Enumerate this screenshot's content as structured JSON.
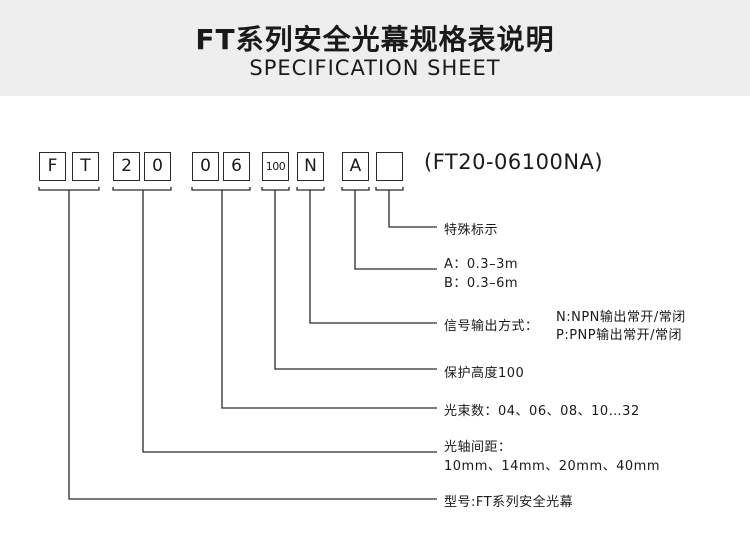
{
  "header": {
    "title_cn": "FT系列安全光幕规格表说明",
    "title_en": "SPECIFICATION SHEET"
  },
  "code_boxes": [
    "F",
    "T",
    "2",
    "0",
    "0",
    "6",
    "100",
    "N",
    "A",
    ""
  ],
  "model_code": "(FT20-06100NA)",
  "labels": {
    "special_mark": "特殊标示",
    "a_range": "A：0.3–3m",
    "b_range": "B：0.3–6m",
    "signal_output": "信号输出方式：",
    "npn_option": "N:NPN输出常开/常闭",
    "pnp_option": "P:PNP输出常开/常闭",
    "protect_height": "保护高度100",
    "beam_count": "光束数：04、06、08、10…32",
    "axis_spacing": "光轴间距：",
    "axis_spacing_values": "10mm、14mm、20mm、40mm",
    "model": "型号:FT系列安全光幕"
  },
  "colors": {
    "header_bg": "#eeeeee",
    "line": "#2a2a2a",
    "text": "#1a1a1a"
  }
}
